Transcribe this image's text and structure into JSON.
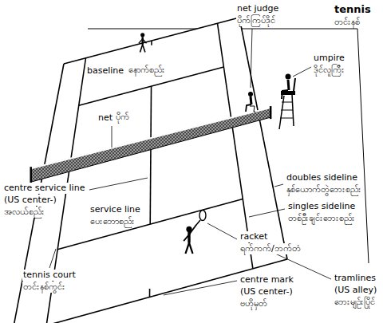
{
  "diagram": {
    "labels": [
      "tennis",
      "တင်းနစ်",
      "net judge",
      "ပိုက်ကြပ်ဒိုင်",
      "umpire",
      "ဒိုင်လူကြီး",
      "baseline",
      "နောက်စည်း",
      "net",
      "ပိုက်",
      "centre service line",
      "(US center-)",
      "အလယ်စည်း",
      "doubles sideline",
      "နှစ်ယောက်တွဲဘေးစည်း",
      "service line",
      "ပေးဘောစည်း",
      "singles sideline",
      "တစ်ဦးချင်းဘေးစည်း",
      "racket",
      "ရက်ကက်/ဘက်တံ",
      "tennis court",
      "တင်းနစ်ကွင်း",
      "centre mark",
      "(US center-)",
      "ဗဟိုမှတ်",
      "tramlines",
      "(US alley)",
      "ဘေးမျဉ်းပြိုင်"
    ]
  }
}
